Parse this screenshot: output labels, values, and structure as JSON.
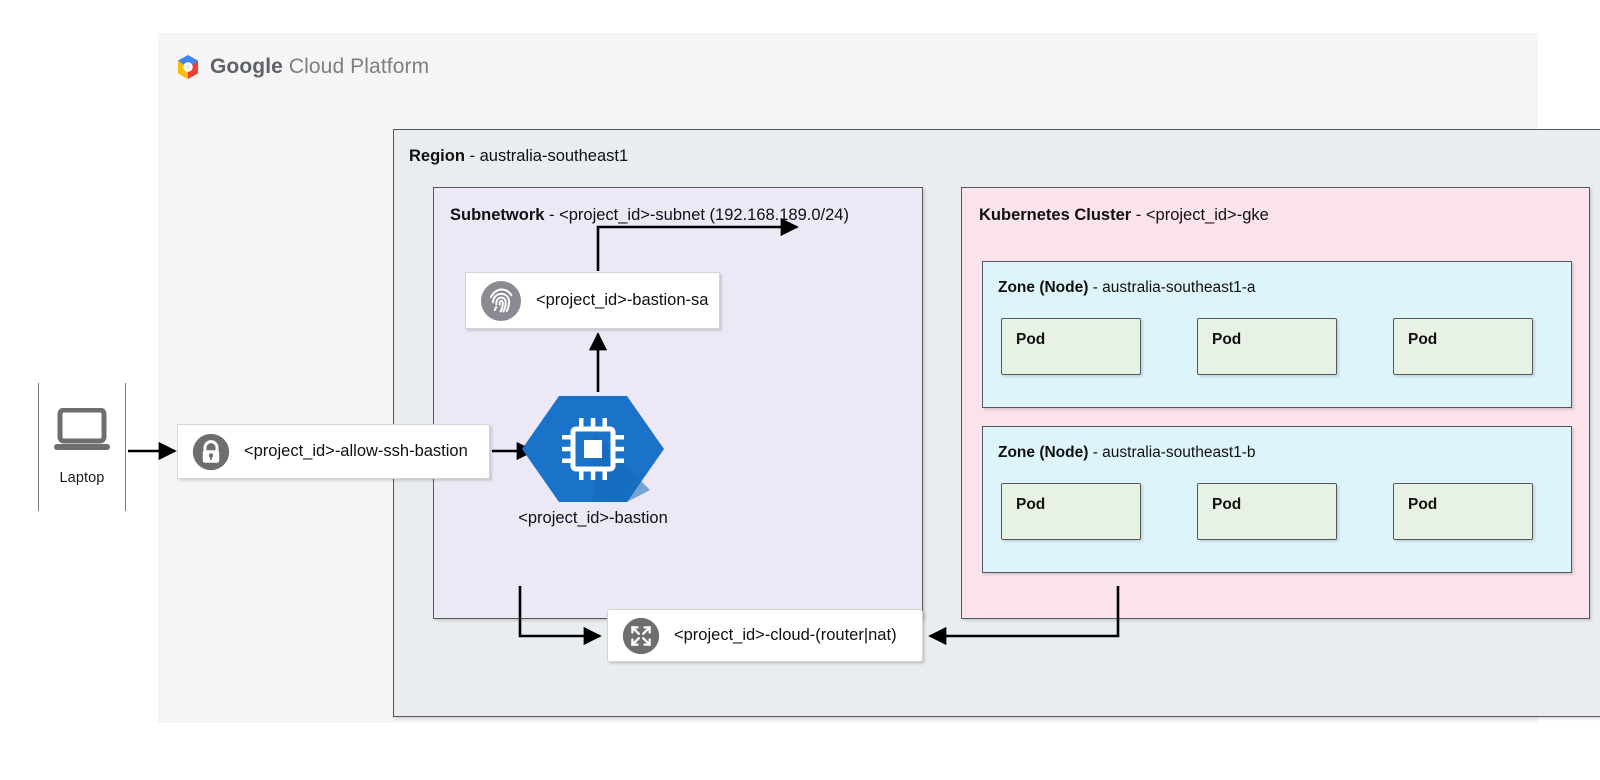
{
  "diagram": {
    "type": "cloud-architecture",
    "provider": "Google Cloud Platform"
  },
  "laptop": {
    "label": "Laptop",
    "icon": "laptop-icon"
  },
  "gcp": {
    "brand_bold": "Google",
    "brand_light": " Cloud Platform",
    "logo": "gcp-hexagon-logo",
    "panel_color": "#f5f5f5"
  },
  "region": {
    "title_bold": "Region",
    "title_rest": " - australia-southeast1",
    "name": "australia-southeast1",
    "fill_color": "#e9edf0"
  },
  "subnetwork": {
    "title_bold": "Subnetwork",
    "title_rest": " - <project_id>-subnet (192.168.189.0/24)",
    "name": "<project_id>-subnet",
    "cidr": "192.168.189.0/24",
    "fill_color": "#ece8f6"
  },
  "cluster": {
    "title_bold": "Kubernetes Cluster",
    "title_rest": " - <project_id>-gke",
    "name": "<project_id>-gke",
    "fill_color": "#fae3ea",
    "zones": [
      {
        "title_bold": "Zone (Node)",
        "title_rest": " - australia-southeast1-a",
        "name": "australia-southeast1-a",
        "fill_color": "#ddf5fa",
        "pods": [
          {
            "label": "Pod"
          },
          {
            "label": "Pod"
          },
          {
            "label": "Pod"
          }
        ]
      },
      {
        "title_bold": "Zone (Node)",
        "title_rest": " - australia-southeast1-b",
        "name": "australia-southeast1-b",
        "fill_color": "#ddf5fa",
        "pods": [
          {
            "label": "Pod"
          },
          {
            "label": "Pod"
          },
          {
            "label": "Pod"
          }
        ]
      }
    ]
  },
  "nodes": {
    "firewall": {
      "label": "<project_id>-allow-ssh-bastion",
      "icon": "lock-icon",
      "icon_color": "#6e6e6e"
    },
    "service_account": {
      "label": "<project_id>-bastion-sa",
      "icon": "fingerprint-icon",
      "icon_color": "#8a8a92"
    },
    "bastion": {
      "label": "<project_id>-bastion",
      "icon": "cpu-chip-icon",
      "shape": "hexagon",
      "fill_color": "#1a73c8"
    },
    "router_nat": {
      "label": "<project_id>-cloud-(router|nat)",
      "icon": "router-expand-icon",
      "icon_color": "#6e6e6e"
    }
  },
  "connections": [
    {
      "from": "laptop",
      "to": "firewall"
    },
    {
      "from": "firewall",
      "to": "bastion"
    },
    {
      "from": "bastion",
      "to": "service_account"
    },
    {
      "from": "service_account",
      "to": "cluster"
    },
    {
      "from": "subnetwork",
      "to": "router_nat"
    },
    {
      "from": "cluster",
      "to": "router_nat"
    }
  ]
}
